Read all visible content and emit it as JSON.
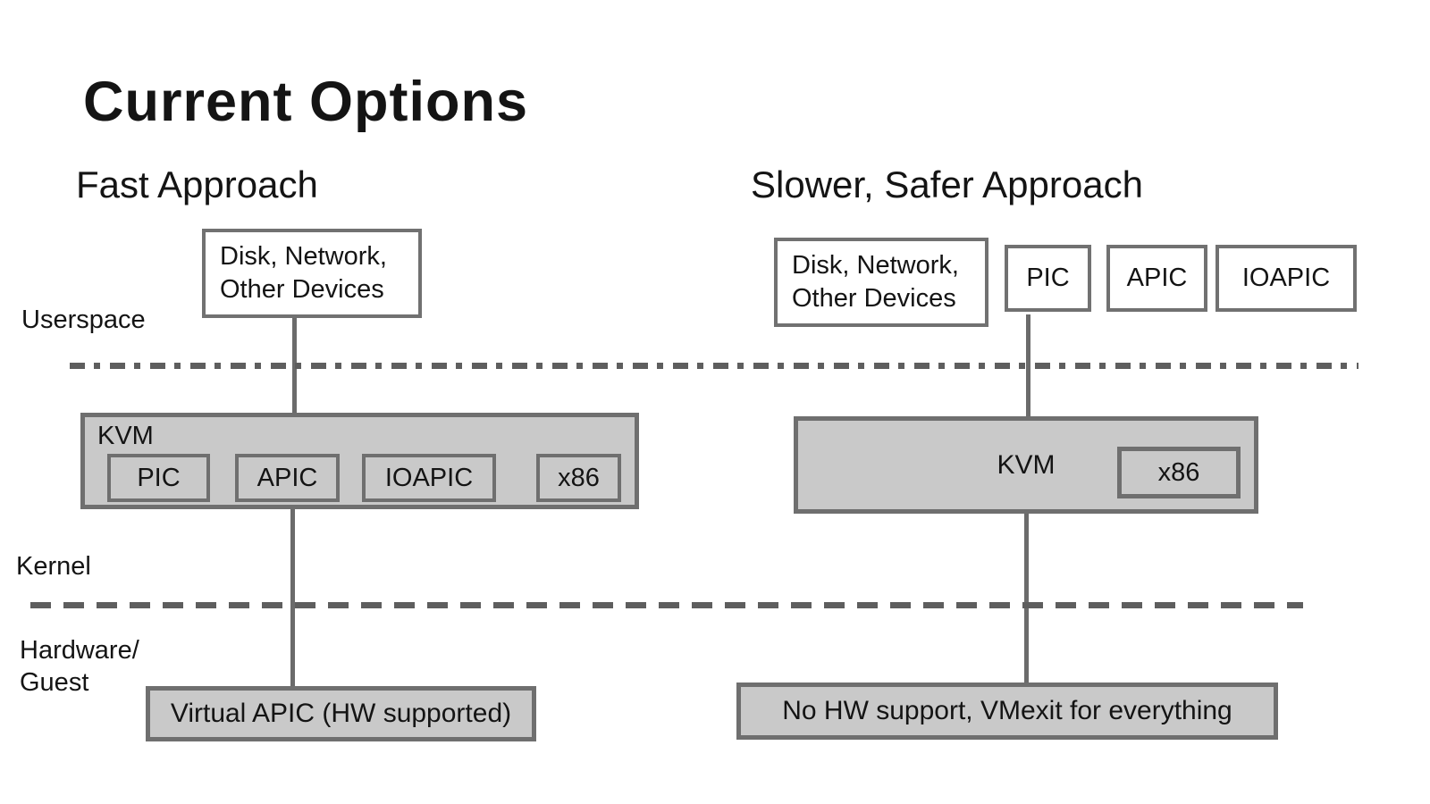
{
  "slide": {
    "title": "Current Options"
  },
  "layer_labels": {
    "userspace": "Userspace",
    "kernel": "Kernel",
    "hardware_line1": "Hardware/",
    "hardware_line2": "Guest"
  },
  "fast_approach": {
    "heading": "Fast Approach",
    "devices_box": {
      "line1": "Disk, Network,",
      "line2": "Other Devices"
    },
    "kvm_box": {
      "label": "KVM",
      "components": [
        "PIC",
        "APIC",
        "IOAPIC",
        "x86"
      ]
    },
    "hardware_box": "Virtual APIC (HW supported)"
  },
  "slower_approach": {
    "heading": "Slower, Safer Approach",
    "devices_box": {
      "line1": "Disk, Network,",
      "line2": "Other Devices"
    },
    "userspace_components": [
      "PIC",
      "APIC",
      "IOAPIC"
    ],
    "kvm_box": {
      "label": "KVM",
      "components": [
        "x86"
      ]
    },
    "hardware_box": "No HW support, VMexit for everything"
  },
  "colors": {
    "background": "#ffffff",
    "gray_fill": "#c9c9c9",
    "border_gray": "#717171",
    "connector_gray": "#6b6b6b",
    "divider_gray": "#5e5e5e",
    "text": "#141414"
  }
}
